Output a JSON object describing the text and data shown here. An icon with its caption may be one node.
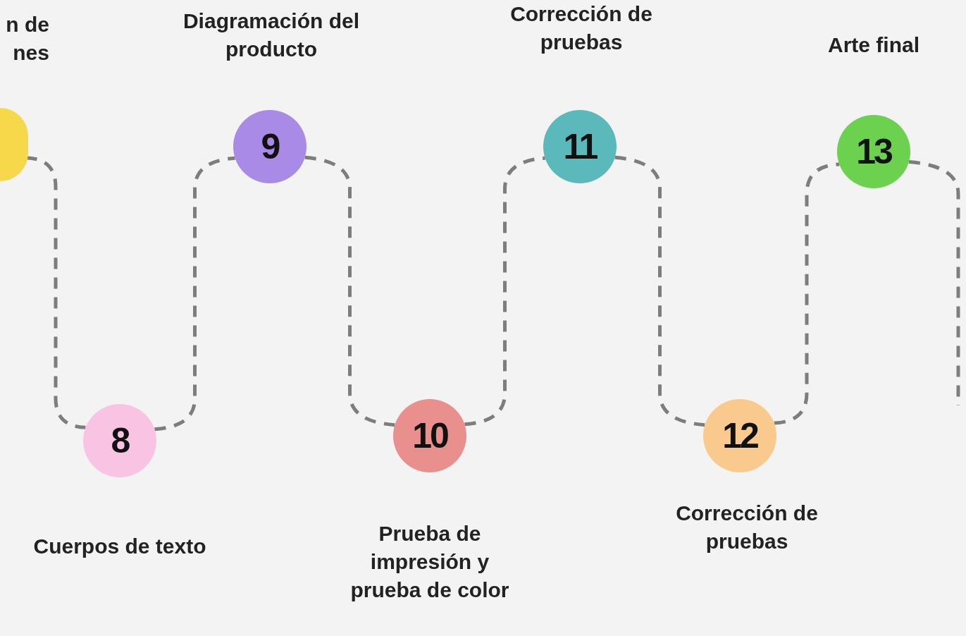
{
  "diagram": {
    "nodes": [
      {
        "text": [],
        "shape": "circle",
        "beside": [
          "n de nes"
        ]
      },
      {
        "text": [
          "8"
        ],
        "beside": [
          "Cuerpos de texto"
        ]
      },
      {
        "text": [
          "9"
        ],
        "beside": [
          "Diagramación del producto"
        ]
      },
      {
        "text": [
          "10"
        ],
        "beside": [
          "Prueba de impresión y prueba de color"
        ]
      },
      {
        "text": [
          "11"
        ],
        "beside": [
          "Corrección de pruebas"
        ]
      },
      {
        "text": [
          "12"
        ],
        "beside": [
          "Corrección de pruebas"
        ]
      },
      {
        "text": [
          "13"
        ],
        "beside": [
          "Arte final"
        ]
      }
    ],
    "edges": [
      {
        "from": 0,
        "to": 1,
        "arrow": "none",
        "style": "dashed"
      },
      {
        "from": 1,
        "to": 2,
        "arrow": "none",
        "style": "dashed"
      },
      {
        "from": 2,
        "to": 3,
        "arrow": "none",
        "style": "dashed"
      },
      {
        "from": 3,
        "to": 4,
        "arrow": "none",
        "style": "dashed"
      },
      {
        "from": 4,
        "to": 5,
        "arrow": "none",
        "style": "dashed"
      },
      {
        "from": 5,
        "to": 6,
        "arrow": "none",
        "style": "dashed"
      },
      {
        "from": 6,
        "to": null,
        "arrow": "none",
        "style": "dashed"
      }
    ]
  }
}
